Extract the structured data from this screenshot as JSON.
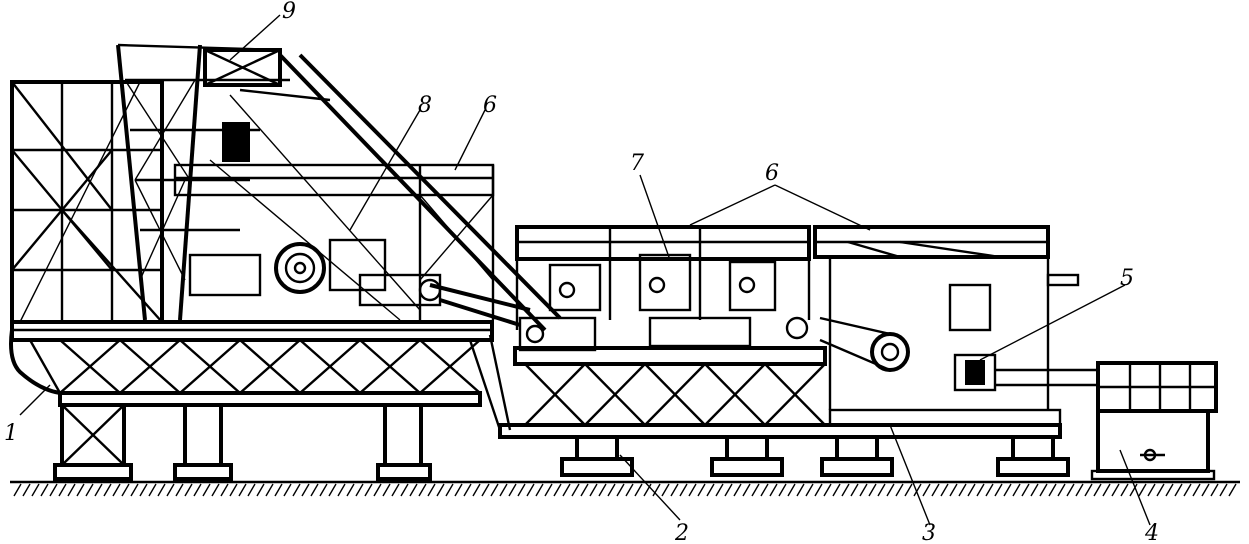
{
  "labels": {
    "l9": "9",
    "l8": "8",
    "l6a": "6",
    "l7": "7",
    "l6b": "6",
    "l5": "5",
    "l1": "1",
    "l2": "2",
    "l3": "3",
    "l4": "4"
  },
  "colors": {
    "ink": "#000000",
    "paper": "#ffffff"
  }
}
